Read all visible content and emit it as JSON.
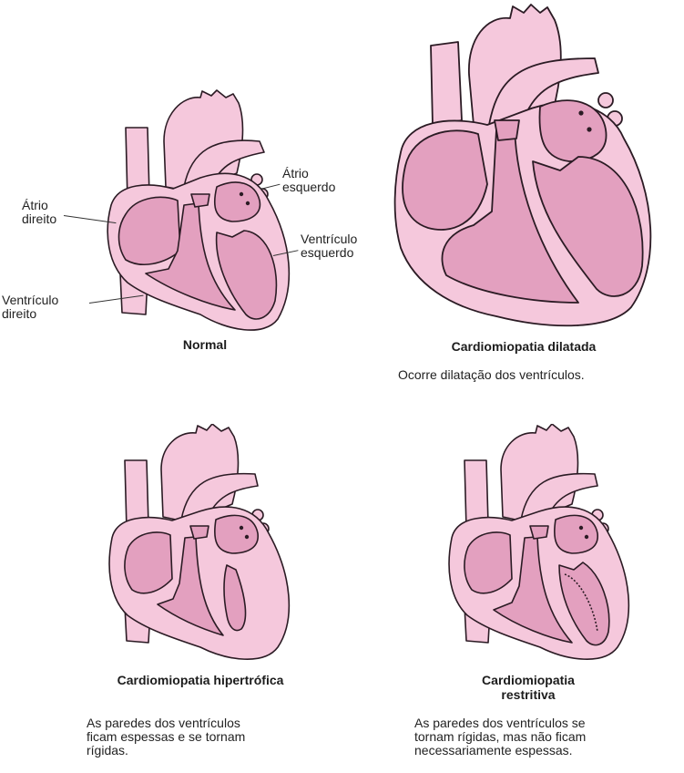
{
  "colors": {
    "tissue": "#f5c8dc",
    "chamber": "#e3a0bf",
    "outline": "#2b1b24",
    "background": "#ffffff",
    "text": "#1c1c1c"
  },
  "panels": {
    "normal": {
      "title": "Normal",
      "labels": {
        "right_atrium": [
          "Átrio",
          "direito"
        ],
        "left_atrium": [
          "Átrio",
          "esquerdo"
        ],
        "left_ventricle": [
          "Ventrículo",
          "esquerdo"
        ],
        "right_ventricle": [
          "Ventrículo",
          "direito"
        ]
      }
    },
    "dilated": {
      "title": "Cardiomiopatia dilatada",
      "description": "Ocorre dilatação dos ventrículos."
    },
    "hypertrophic": {
      "title": "Cardiomiopatia hipertrófica",
      "description": [
        "As paredes dos ventrículos",
        "ficam espessas e se tornam",
        "rígidas."
      ]
    },
    "restrictive": {
      "title": [
        "Cardiomiopatia",
        "restritiva"
      ],
      "description": [
        "As paredes dos ventrículos se",
        "tornam rígidas, mas não ficam",
        "necessariamente espessas."
      ]
    }
  }
}
